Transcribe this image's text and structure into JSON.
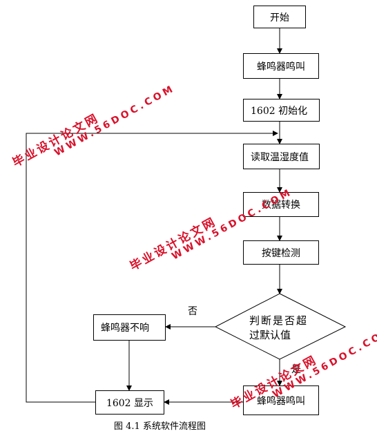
{
  "nodes": {
    "start": "开始",
    "buzzer1": "蜂鸣器鸣叫",
    "init": "1602 初始化",
    "read": "读取温湿度值",
    "convert": "数据转换",
    "keycheck": "按键检测",
    "decision_line1": "判断是否超",
    "decision_line2": "过默认值",
    "buzzer_off": "蜂鸣器不响",
    "buzzer_on": "蜂鸣器鸣叫",
    "display": "1602 显示"
  },
  "labels": {
    "no": "否",
    "yes": "是"
  },
  "caption": "图 4.1 系统软件流程图",
  "watermark": {
    "line1": "毕业设计论文网",
    "line2": "WWW.56DOC.COM",
    "color": "#d9112a"
  }
}
